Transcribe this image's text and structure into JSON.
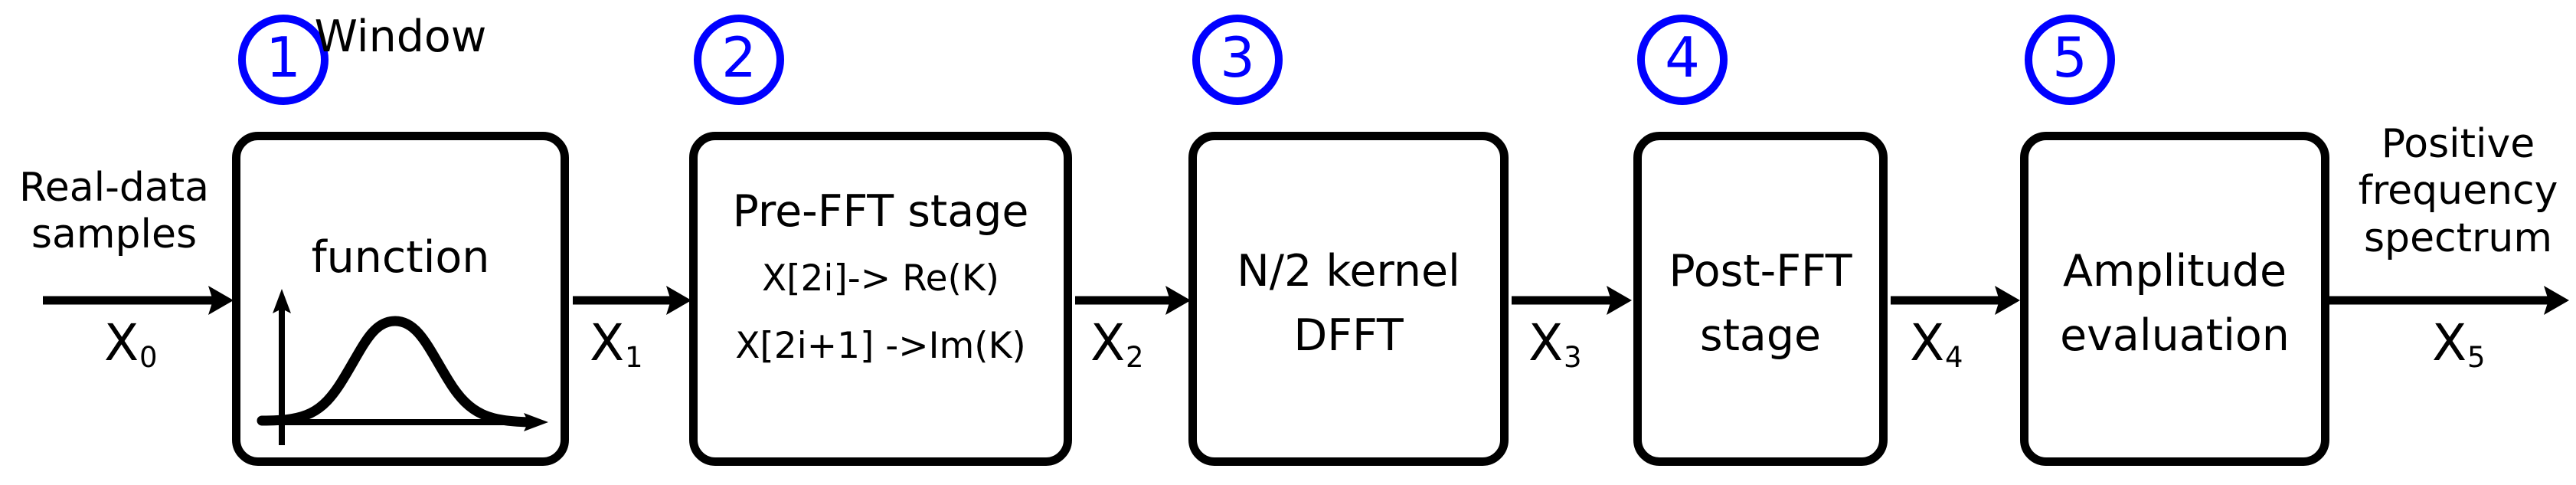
{
  "diagram": {
    "title": "Real-data FFT processing pipeline",
    "accent_color": "#0000FF",
    "line_color": "#000000",
    "background_color": "#FFFFFF"
  },
  "input": {
    "caption_line1": "Real-data",
    "caption_line2": "samples",
    "signal": "X",
    "signal_sub": "0"
  },
  "output": {
    "caption_line1": "Positive",
    "caption_line2": "frequency",
    "caption_line3": "spectrum",
    "signal": "X",
    "signal_sub": "5"
  },
  "stages": [
    {
      "badge": "1",
      "lines": [
        "Window",
        "function"
      ],
      "has_plot": true,
      "plot_name": "window-function-curve",
      "out_signal": "X",
      "out_signal_sub": "1"
    },
    {
      "badge": "2",
      "lines": [
        "Pre-FFT stage",
        "X[2i]-> Re(K)",
        "X[2i+1] ->Im(K)"
      ],
      "has_plot": false,
      "out_signal": "X",
      "out_signal_sub": "2"
    },
    {
      "badge": "3",
      "lines": [
        "N/2 kernel",
        "DFFT"
      ],
      "has_plot": false,
      "out_signal": "X",
      "out_signal_sub": "3"
    },
    {
      "badge": "4",
      "lines": [
        "Post-FFT",
        "stage"
      ],
      "has_plot": false,
      "out_signal": "X",
      "out_signal_sub": "4"
    },
    {
      "badge": "5",
      "lines": [
        "Amplitude",
        "evaluation"
      ],
      "has_plot": false,
      "out_signal": "X",
      "out_signal_sub": "5"
    }
  ]
}
